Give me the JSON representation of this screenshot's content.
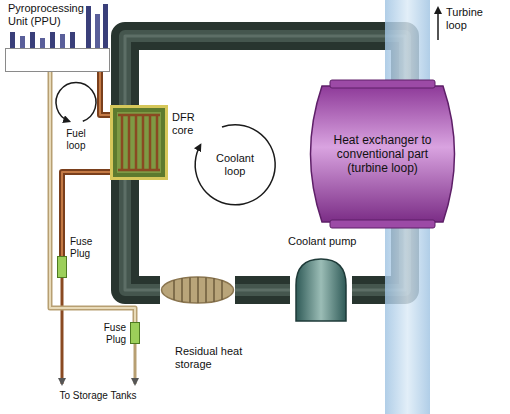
{
  "diagram": {
    "nodes": [
      {
        "text": [
          "Pyroprocessing Unit (PPU)"
        ]
      },
      {
        "text": [
          "DFR core"
        ]
      },
      {
        "text": [
          "Heat exchanger to conventional part (turbine loop)"
        ]
      },
      {
        "text": [
          "Coolant pump"
        ]
      },
      {
        "text": [
          "Residual heat storage"
        ]
      },
      {
        "text": [
          "Fuse Plug"
        ]
      },
      {
        "text": [
          "Fuse Plug"
        ]
      }
    ],
    "edges": [
      {
        "from": 0,
        "to": 1,
        "arrow": "none"
      },
      {
        "from": 1,
        "to": 2,
        "arrow": "none"
      },
      {
        "from": 2,
        "to": 3,
        "arrow": "none"
      },
      {
        "from": 3,
        "to": 4,
        "arrow": "none"
      },
      {
        "from": 4,
        "to": 1,
        "arrow": "none"
      },
      {
        "from": 1,
        "to": 5,
        "arrow": "none"
      },
      {
        "from": 0,
        "to": 6,
        "arrow": "none"
      }
    ],
    "labels": [
      "Turbine loop",
      "Coolant loop",
      "Fuel loop",
      "To Storage Tanks"
    ]
  }
}
